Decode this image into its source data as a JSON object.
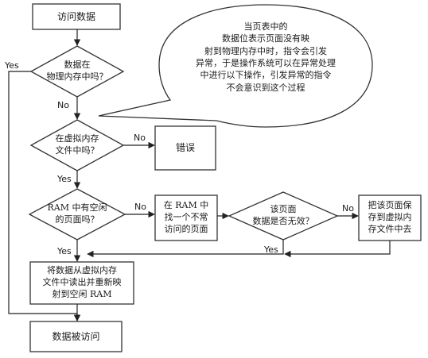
{
  "nodes": {
    "start": {
      "lines": [
        "访问数据"
      ]
    },
    "q_physical": {
      "lines": [
        "数据在",
        "物理内存中吗？"
      ]
    },
    "callout": {
      "lines": [
        "当页表中的",
        "数据位表示页面没有映",
        "射到物理内存中时，指令会引发",
        "异常，于是操作系统可以在异常处理",
        "中进行以下操作，引发异常的指令",
        "不会意识到这个过程"
      ]
    },
    "q_vfile": {
      "lines": [
        "在虚拟内存",
        "文件中吗？"
      ]
    },
    "error": {
      "lines": [
        "错误"
      ]
    },
    "q_free": {
      "lines": [
        "RAM 中有空闲",
        "的页面吗？"
      ]
    },
    "find_page": {
      "lines": [
        "在 RAM 中",
        "找一个不常",
        "访问的页面"
      ]
    },
    "q_dirty": {
      "lines": [
        "该页面",
        "数据是否无效？"
      ]
    },
    "save_page": {
      "lines": [
        "把该页面保",
        "存到虚拟内",
        "存文件中去"
      ]
    },
    "load": {
      "lines": [
        "将数据从虚拟内存",
        "文件中读出并重新映",
        "射到空闲 RAM"
      ]
    },
    "end": {
      "lines": [
        "数据被访问"
      ]
    }
  },
  "edge_labels": {
    "physical_yes": "Yes",
    "physical_no": "No",
    "vfile_no": "No",
    "vfile_yes": "Yes",
    "free_no": "No",
    "free_yes": "Yes",
    "dirty_no": "No",
    "dirty_yes": "Yes"
  }
}
